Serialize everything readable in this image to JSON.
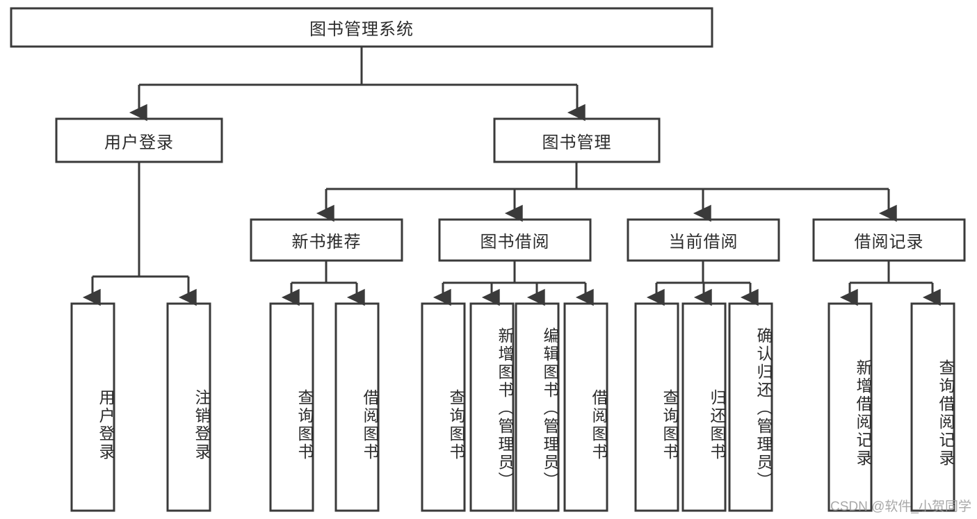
{
  "diagram": {
    "kind": "tree-hierarchy-chart",
    "title": "图书管理系统",
    "colors": {
      "box_fill": "#ffffff",
      "box_stroke": "#3a3a3a",
      "connector": "#3a3a3a",
      "text": "#2b2b2b",
      "background": "#ffffff",
      "watermark": "#9a9a9a"
    },
    "root": {
      "label": "图书管理系统"
    },
    "level2": [
      {
        "label": "用户登录"
      },
      {
        "label": "图书管理"
      }
    ],
    "level3": [
      {
        "label": "新书推荐"
      },
      {
        "label": "图书借阅"
      },
      {
        "label": "当前借阅"
      },
      {
        "label": "借阅记录"
      }
    ],
    "leaves": {
      "user_login": [
        {
          "label": "用户登录"
        },
        {
          "label": "注销登录"
        }
      ],
      "new_book_recommend": [
        {
          "label": "查询图书"
        },
        {
          "label": "借阅图书"
        }
      ],
      "book_borrow": [
        {
          "label": "查询图书"
        },
        {
          "label": "新增图书（管理员）"
        },
        {
          "label": "编辑图书（管理员）"
        },
        {
          "label": "借阅图书"
        }
      ],
      "current_borrow": [
        {
          "label": "查询图书"
        },
        {
          "label": "归还图书"
        },
        {
          "label": "确认归还（管理员）"
        }
      ],
      "borrow_record": [
        {
          "label": "新增借阅记录"
        },
        {
          "label": "查询借阅记录"
        }
      ]
    }
  },
  "watermark": {
    "text": "CSDN @软件_小贺同学"
  }
}
